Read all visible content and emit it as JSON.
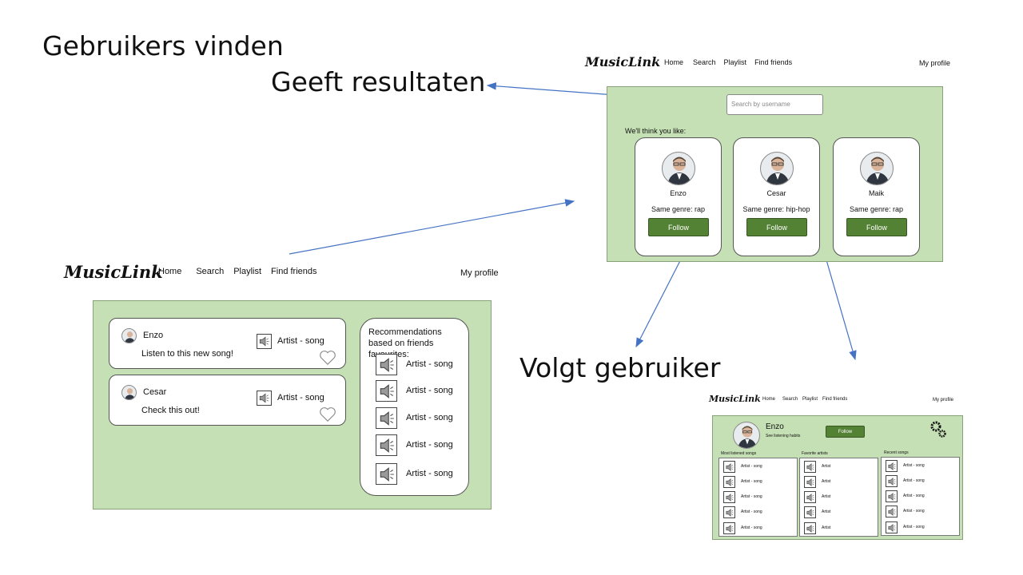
{
  "annotations": {
    "title": "Gebruikers vinden",
    "results": "Geeft resultaten",
    "follows": "Volgt gebruiker"
  },
  "brand": "MusicLink",
  "nav": {
    "home": "Home",
    "search": "Search",
    "playlist": "Playlist",
    "find_friends": "Find friends",
    "my_profile": "My profile"
  },
  "search_screen": {
    "placeholder": "Search by username",
    "suggest_label": "We'll think you like:",
    "follow_label": "Follow",
    "users": [
      {
        "name": "Enzo",
        "genre": "Same genre: rap"
      },
      {
        "name": "Cesar",
        "genre": "Same genre: hip-hop"
      },
      {
        "name": "Maik",
        "genre": "Same genre: rap"
      }
    ]
  },
  "feed_screen": {
    "posts": [
      {
        "user": "Enzo",
        "message": "Listen to this new song!",
        "song": "Artist - song"
      },
      {
        "user": "Cesar",
        "message": "Check this out!",
        "song": "Artist - song"
      }
    ],
    "recommend_title": "Recommendations based on friends favourites:",
    "recommendations": [
      "Artist - song",
      "Artist - song",
      "Artist - song",
      "Artist - song",
      "Artist - song"
    ]
  },
  "profile_screen": {
    "name": "Enzo",
    "habits_link": "See listening habits",
    "follow_label": "Follow",
    "most_listened_title": "Most listened songs",
    "favorite_artists_title": "Favorite artists",
    "recent_songs_title": "Recent songs",
    "most_listened": [
      "Artist - song",
      "Artist - song",
      "Artist - song",
      "Artist - song",
      "Artist - song"
    ],
    "favorite_artists": [
      "Artist",
      "Artist",
      "Artist",
      "Artist",
      "Artist"
    ],
    "recent_songs": [
      "Artist - song",
      "Artist - song",
      "Artist - song",
      "Artist - song",
      "Artist - song"
    ]
  },
  "colors": {
    "panel_green": "#c5e0b4",
    "button_green": "#548235",
    "arrow_blue": "#4472c4"
  }
}
